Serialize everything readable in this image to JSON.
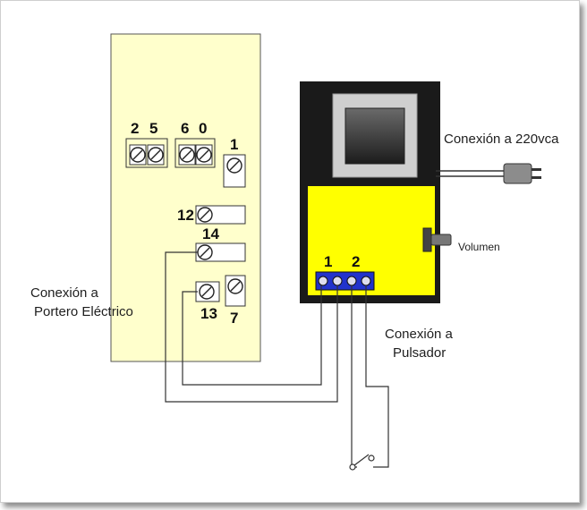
{
  "colors": {
    "panel_fill": "#ffffcc",
    "monitor_body": "#1a1a1a",
    "monitor_yellow": "#ffff00",
    "terminal_blue": "#2233cc",
    "wire": "#333333",
    "plug": "#8c8c8c"
  },
  "panel": {
    "terminals": {
      "t2": "2",
      "t5": "5",
      "t6": "6",
      "t0": "0",
      "t1": "1",
      "t12": "12",
      "t14": "14",
      "t13": "13",
      "t7": "7"
    }
  },
  "monitor": {
    "terminal_1": "1",
    "terminal_2": "2",
    "volume_label": "Volumen"
  },
  "labels": {
    "power": "Conexión a 220vca",
    "porter_line1": "Conexión a",
    "porter_line2": "Portero Eléctrico",
    "button_line1": "Conexión a",
    "button_line2": "Pulsador"
  },
  "icons": {
    "screw": "screw-terminal-icon",
    "plug": "power-plug-icon",
    "switch": "push-button-switch-icon",
    "knob": "volume-knob-icon"
  }
}
